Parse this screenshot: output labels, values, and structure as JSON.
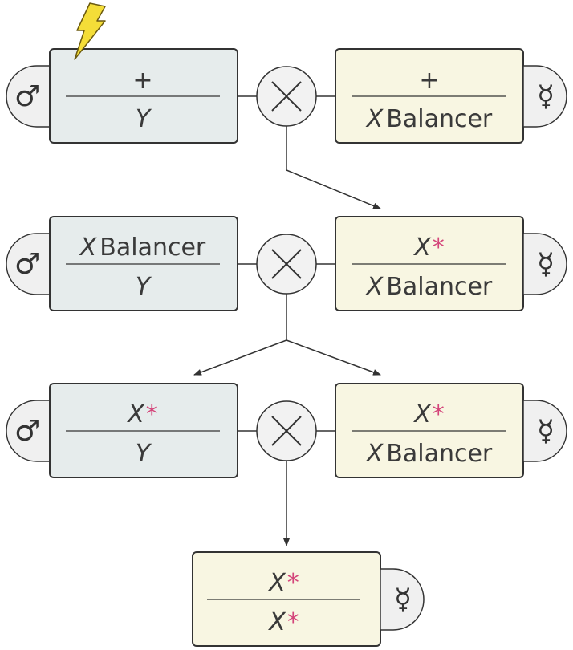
{
  "colors": {
    "male_box_fill": "#e6ecec",
    "female_box_fill": "#f8f6e2",
    "stroke": "#333333",
    "mutation_star": "#d4457a",
    "lightning": "#f4dd38"
  },
  "symbols": {
    "male": "♂",
    "female": "☿",
    "cross": "×"
  },
  "generations": [
    {
      "male": {
        "top": {
          "main": "+",
          "star": ""
        },
        "bottom": {
          "x": "",
          "label": "Y",
          "star": ""
        }
      },
      "female": {
        "top": {
          "main": "+",
          "star": ""
        },
        "bottom": {
          "x": "X",
          "label": "Balancer",
          "star": ""
        }
      },
      "mutagen_icon": "lightning-icon"
    },
    {
      "male": {
        "top": {
          "x": "X",
          "label": "Balancer",
          "star": ""
        },
        "bottom": {
          "x": "",
          "label": "Y",
          "star": ""
        }
      },
      "female": {
        "top": {
          "x": "X",
          "label": "",
          "star": "*"
        },
        "bottom": {
          "x": "X",
          "label": "Balancer",
          "star": ""
        }
      }
    },
    {
      "male": {
        "top": {
          "x": "X",
          "label": "",
          "star": "*"
        },
        "bottom": {
          "x": "",
          "label": "Y",
          "star": ""
        }
      },
      "female": {
        "top": {
          "x": "X",
          "label": "",
          "star": "*"
        },
        "bottom": {
          "x": "X",
          "label": "Balancer",
          "star": ""
        }
      }
    }
  ],
  "offspring": {
    "female": {
      "top": {
        "x": "X",
        "label": "",
        "star": "*"
      },
      "bottom": {
        "x": "X",
        "label": "",
        "star": "*"
      }
    }
  }
}
